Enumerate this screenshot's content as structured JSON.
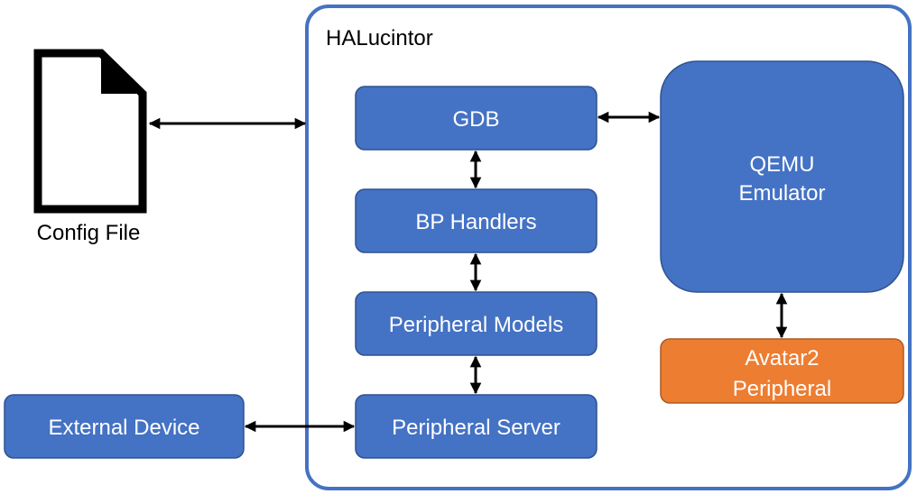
{
  "container": {
    "label": "HALucintor"
  },
  "config_file": {
    "label": "Config File"
  },
  "boxes": {
    "gdb": "GDB",
    "bp_handlers": "BP Handlers",
    "peripheral_models": "Peripheral Models",
    "peripheral_server": "Peripheral Server",
    "external_device": "External Device",
    "qemu_line1": "QEMU",
    "qemu_line2": "Emulator",
    "avatar_line1": "Avatar2",
    "avatar_line2": "Peripheral"
  },
  "colors": {
    "box_blue": "#4472C4",
    "box_border": "#2F528F",
    "container_border": "#4472C4",
    "avatar_orange": "#ED7D31",
    "avatar_border": "#AE5A21",
    "arrow": "#000000"
  },
  "icons": {
    "config_file": "document-icon"
  }
}
